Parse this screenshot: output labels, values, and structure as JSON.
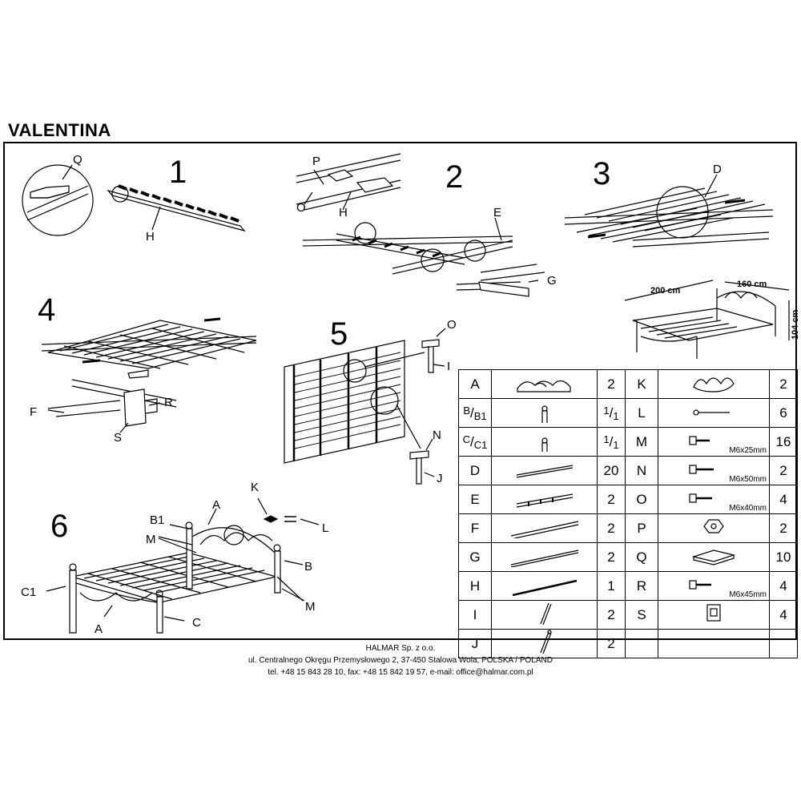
{
  "title": "VALENTINA",
  "steps": [
    "1",
    "2",
    "3",
    "4",
    "5",
    "6"
  ],
  "callouts": {
    "s1": [
      "Q",
      "H"
    ],
    "s2": [
      "P",
      "O",
      "H",
      "E",
      "G"
    ],
    "s3": [
      "D"
    ],
    "s4": [
      "F",
      "R",
      "S"
    ],
    "s5": [
      "O",
      "I",
      "N",
      "J"
    ],
    "s6": [
      "K",
      "A",
      "B1",
      "M",
      "L",
      "B",
      "C1",
      "A",
      "C",
      "M"
    ]
  },
  "dimensions": {
    "length": "200 cm",
    "width": "160 cm",
    "height": "104 cm"
  },
  "parts_left": [
    {
      "letter": "A",
      "qty": "2"
    },
    {
      "letter": "B/B1",
      "qty": "1/1"
    },
    {
      "letter": "C/C1",
      "qty": "1/1"
    },
    {
      "letter": "D",
      "qty": "20"
    },
    {
      "letter": "E",
      "qty": "2"
    },
    {
      "letter": "F",
      "qty": "2"
    },
    {
      "letter": "G",
      "qty": "2"
    },
    {
      "letter": "H",
      "qty": "1"
    },
    {
      "letter": "I",
      "qty": "2"
    },
    {
      "letter": "J",
      "qty": "2"
    }
  ],
  "parts_right": [
    {
      "letter": "K",
      "qty": "2",
      "spec": ""
    },
    {
      "letter": "L",
      "qty": "6",
      "spec": ""
    },
    {
      "letter": "M",
      "qty": "16",
      "spec": "M6x25mm"
    },
    {
      "letter": "N",
      "qty": "2",
      "spec": "M6x50mm"
    },
    {
      "letter": "O",
      "qty": "4",
      "spec": "M6x40mm"
    },
    {
      "letter": "P",
      "qty": "2",
      "spec": ""
    },
    {
      "letter": "Q",
      "qty": "10",
      "spec": ""
    },
    {
      "letter": "R",
      "qty": "4",
      "spec": "M6x45mm"
    },
    {
      "letter": "S",
      "qty": "4",
      "spec": ""
    },
    {
      "letter": "",
      "qty": "",
      "spec": ""
    }
  ],
  "footer": {
    "company": "HALMAR Sp. z o.o.",
    "address": "ul. Centralnego Okręgu Przemysłowego 2, 37-450 Stalowa Wola, POLSKA / POLAND",
    "contact": "tel. +48 15 843 28 10, fax: +48 15 842 19 57, e-mail: office@halmar.com.pl"
  }
}
